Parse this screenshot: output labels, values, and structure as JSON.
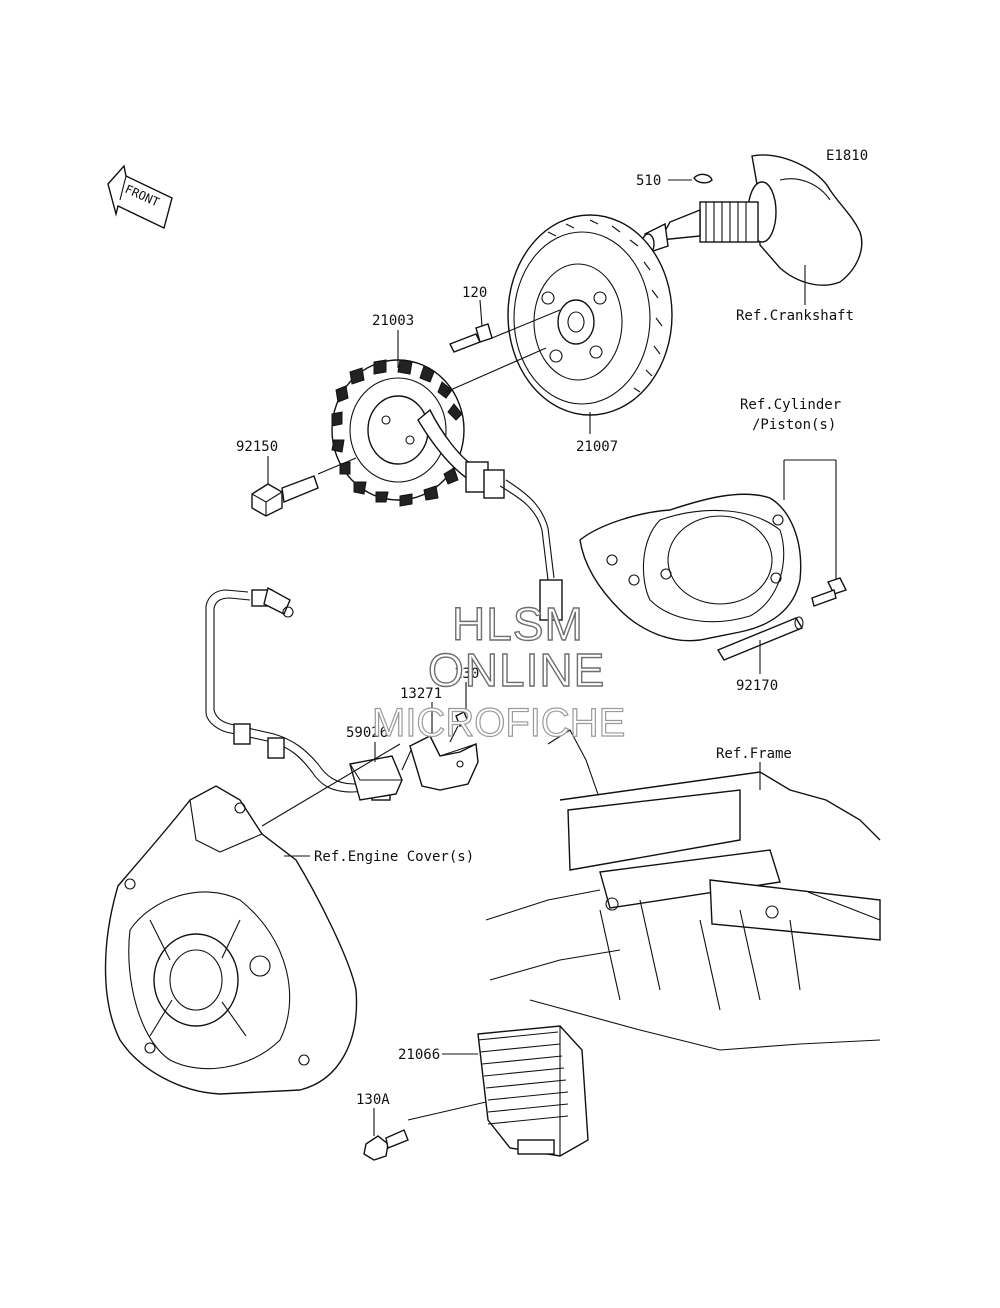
{
  "diagram_code": "E1810",
  "front_label": "FRONT",
  "part_labels": {
    "p510": "510",
    "p120": "120",
    "p21003": "21003",
    "p21007": "21007",
    "p92150": "92150",
    "p130": "130",
    "p13271": "13271",
    "p59026": "59026",
    "p92170": "92170",
    "p21066": "21066",
    "p130A": "130A"
  },
  "references": {
    "crankshaft": "Ref.Crankshaft",
    "cylinder_line1": "Ref.Cylinder",
    "cylinder_line2": "/Piston(s)",
    "frame": "Ref.Frame",
    "engine_cover": "Ref.Engine Cover(s)"
  },
  "watermark": {
    "line1": "HLSM",
    "line2": "ONLINE",
    "line3": "MICROFICHE"
  }
}
